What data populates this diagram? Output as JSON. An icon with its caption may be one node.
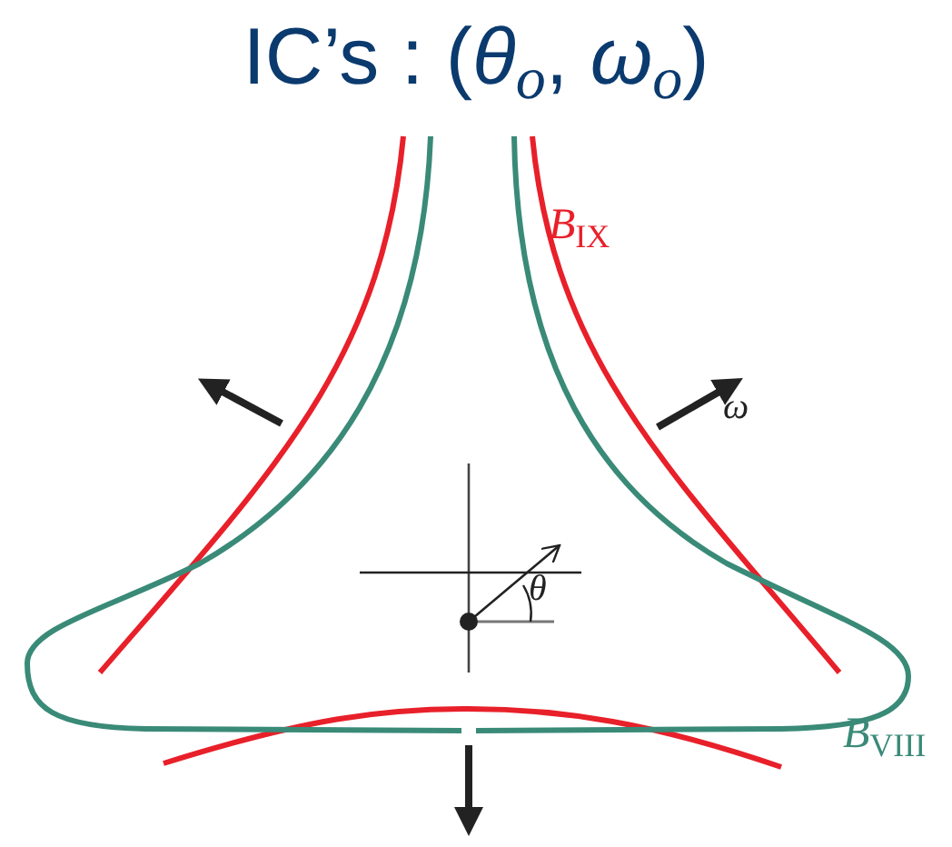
{
  "diagram": {
    "title": "IC’s : (*θ*$_{o}$, *ω*$_{o}$)",
    "labels": [
      "*B*$_{IX}$",
      "*ω*",
      "*θ*",
      "*B*$_{VIII}$"
    ]
  }
}
